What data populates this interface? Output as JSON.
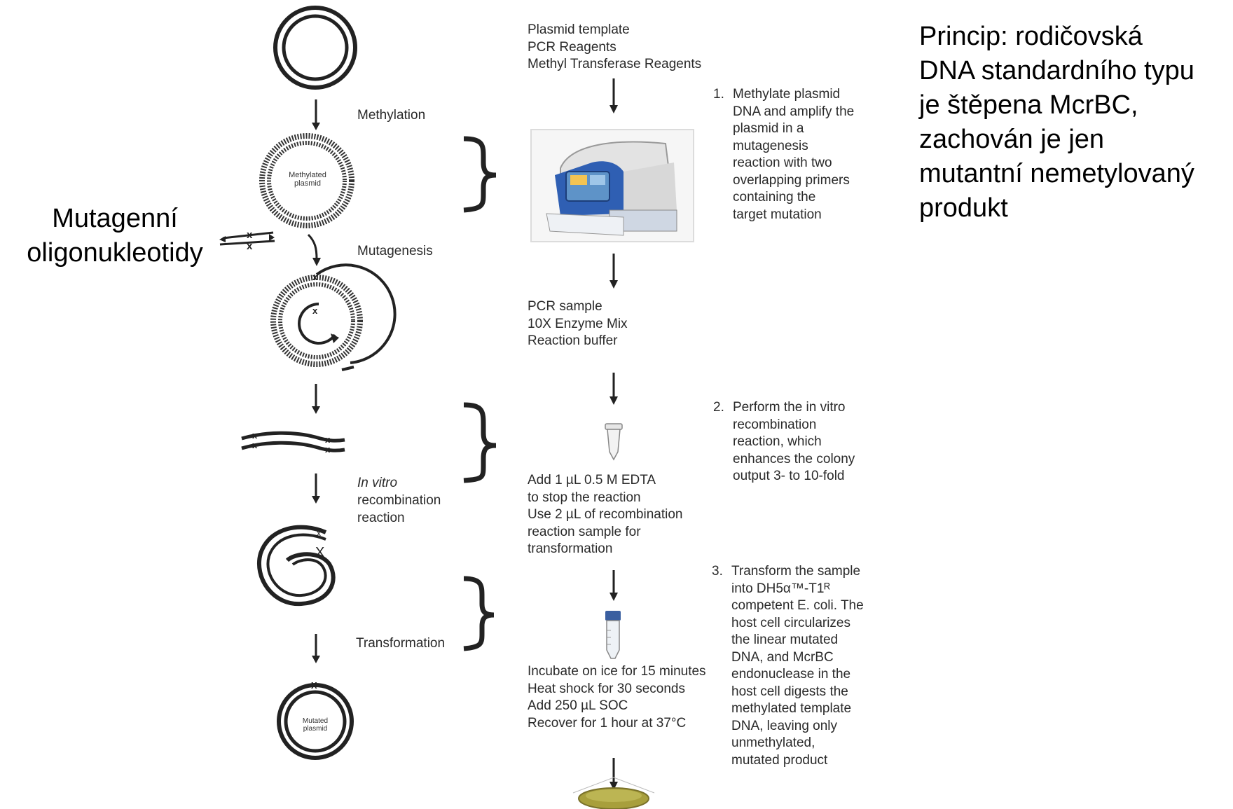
{
  "left_heading": [
    "Mutagenní",
    "oligonukleotidy"
  ],
  "principle_text": [
    "Princip: rodičovská",
    "DNA standardního typu",
    "je štěpena McrBC,",
    "zachován je jen",
    "mutantní nemetylovaný",
    "produkt"
  ],
  "left_stage_labels": {
    "methylation": "Methylation",
    "mutagenesis": "Mutagenesis",
    "in_vitro_recombination": [
      "In vitro",
      "recombination",
      "reaction"
    ],
    "transformation": "Transformation"
  },
  "plasmid_labels": {
    "methylated": [
      "Methylated",
      "plasmid"
    ],
    "mutated": [
      "Mutated",
      "plasmid"
    ],
    "mutation_mark": "X"
  },
  "center_blocks": {
    "reagents_1": [
      "Plasmid template",
      "PCR Reagents",
      "Methyl Transferase Reagents"
    ],
    "reagents_2": [
      "PCR sample",
      "10X Enzyme Mix",
      "Reaction buffer"
    ],
    "reagents_3": [
      "Add 1 µL 0.5 M EDTA",
      "to stop the reaction",
      "Use 2 µL of recombination",
      "reaction sample for",
      "transformation"
    ],
    "reagents_4": [
      "Incubate on ice for 15 minutes",
      "Heat shock for 30 seconds",
      "Add 250 µL SOC",
      "Recover for 1 hour at 37°C"
    ]
  },
  "steps": [
    {
      "num": "1.",
      "lines": [
        "Methylate plasmid",
        "DNA and amplify the",
        "plasmid in a",
        "mutagenesis",
        "reaction with two",
        "overlapping primers",
        "containing the",
        "target mutation"
      ]
    },
    {
      "num": "2.",
      "lines": [
        "Perform the in vitro",
        "recombination",
        "reaction, which",
        "enhances the colony",
        "output 3- to 10-fold"
      ]
    },
    {
      "num": "3.",
      "lines": [
        "Transform the sample",
        "into DH5α™-T1ᴿ",
        "competent E. coli. The",
        "host cell circularizes",
        "the linear mutated",
        "DNA, and McrBC",
        "endonuclease in the",
        "host cell digests the",
        "methylated template",
        "DNA, leaving only",
        "unmethylated,",
        "mutated product"
      ]
    }
  ],
  "colors": {
    "ink": "#2a2a2a",
    "thermocycler_blue": "#2f5fb3",
    "plate_agar": "#a89f3c",
    "tube_cap": "#3a5fa0"
  }
}
